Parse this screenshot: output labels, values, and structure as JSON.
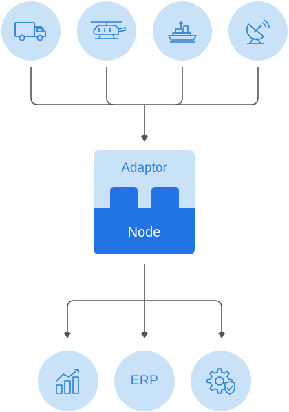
{
  "sources": [
    {
      "icon": "truck-icon"
    },
    {
      "icon": "helicopter-icon"
    },
    {
      "icon": "ship-icon"
    },
    {
      "icon": "satellite-dish-icon"
    }
  ],
  "adaptor": {
    "label": "Adaptor",
    "node_label": "Node"
  },
  "outputs": [
    {
      "icon": "bar-chart-growth-icon"
    },
    {
      "label": "ERP"
    },
    {
      "icon": "gear-shield-icon"
    }
  ],
  "colors": {
    "circle_fill": "#c9e2f8",
    "icon_stroke": "#2b7fd6",
    "node_fill": "#2274e5",
    "connector": "#555555"
  }
}
